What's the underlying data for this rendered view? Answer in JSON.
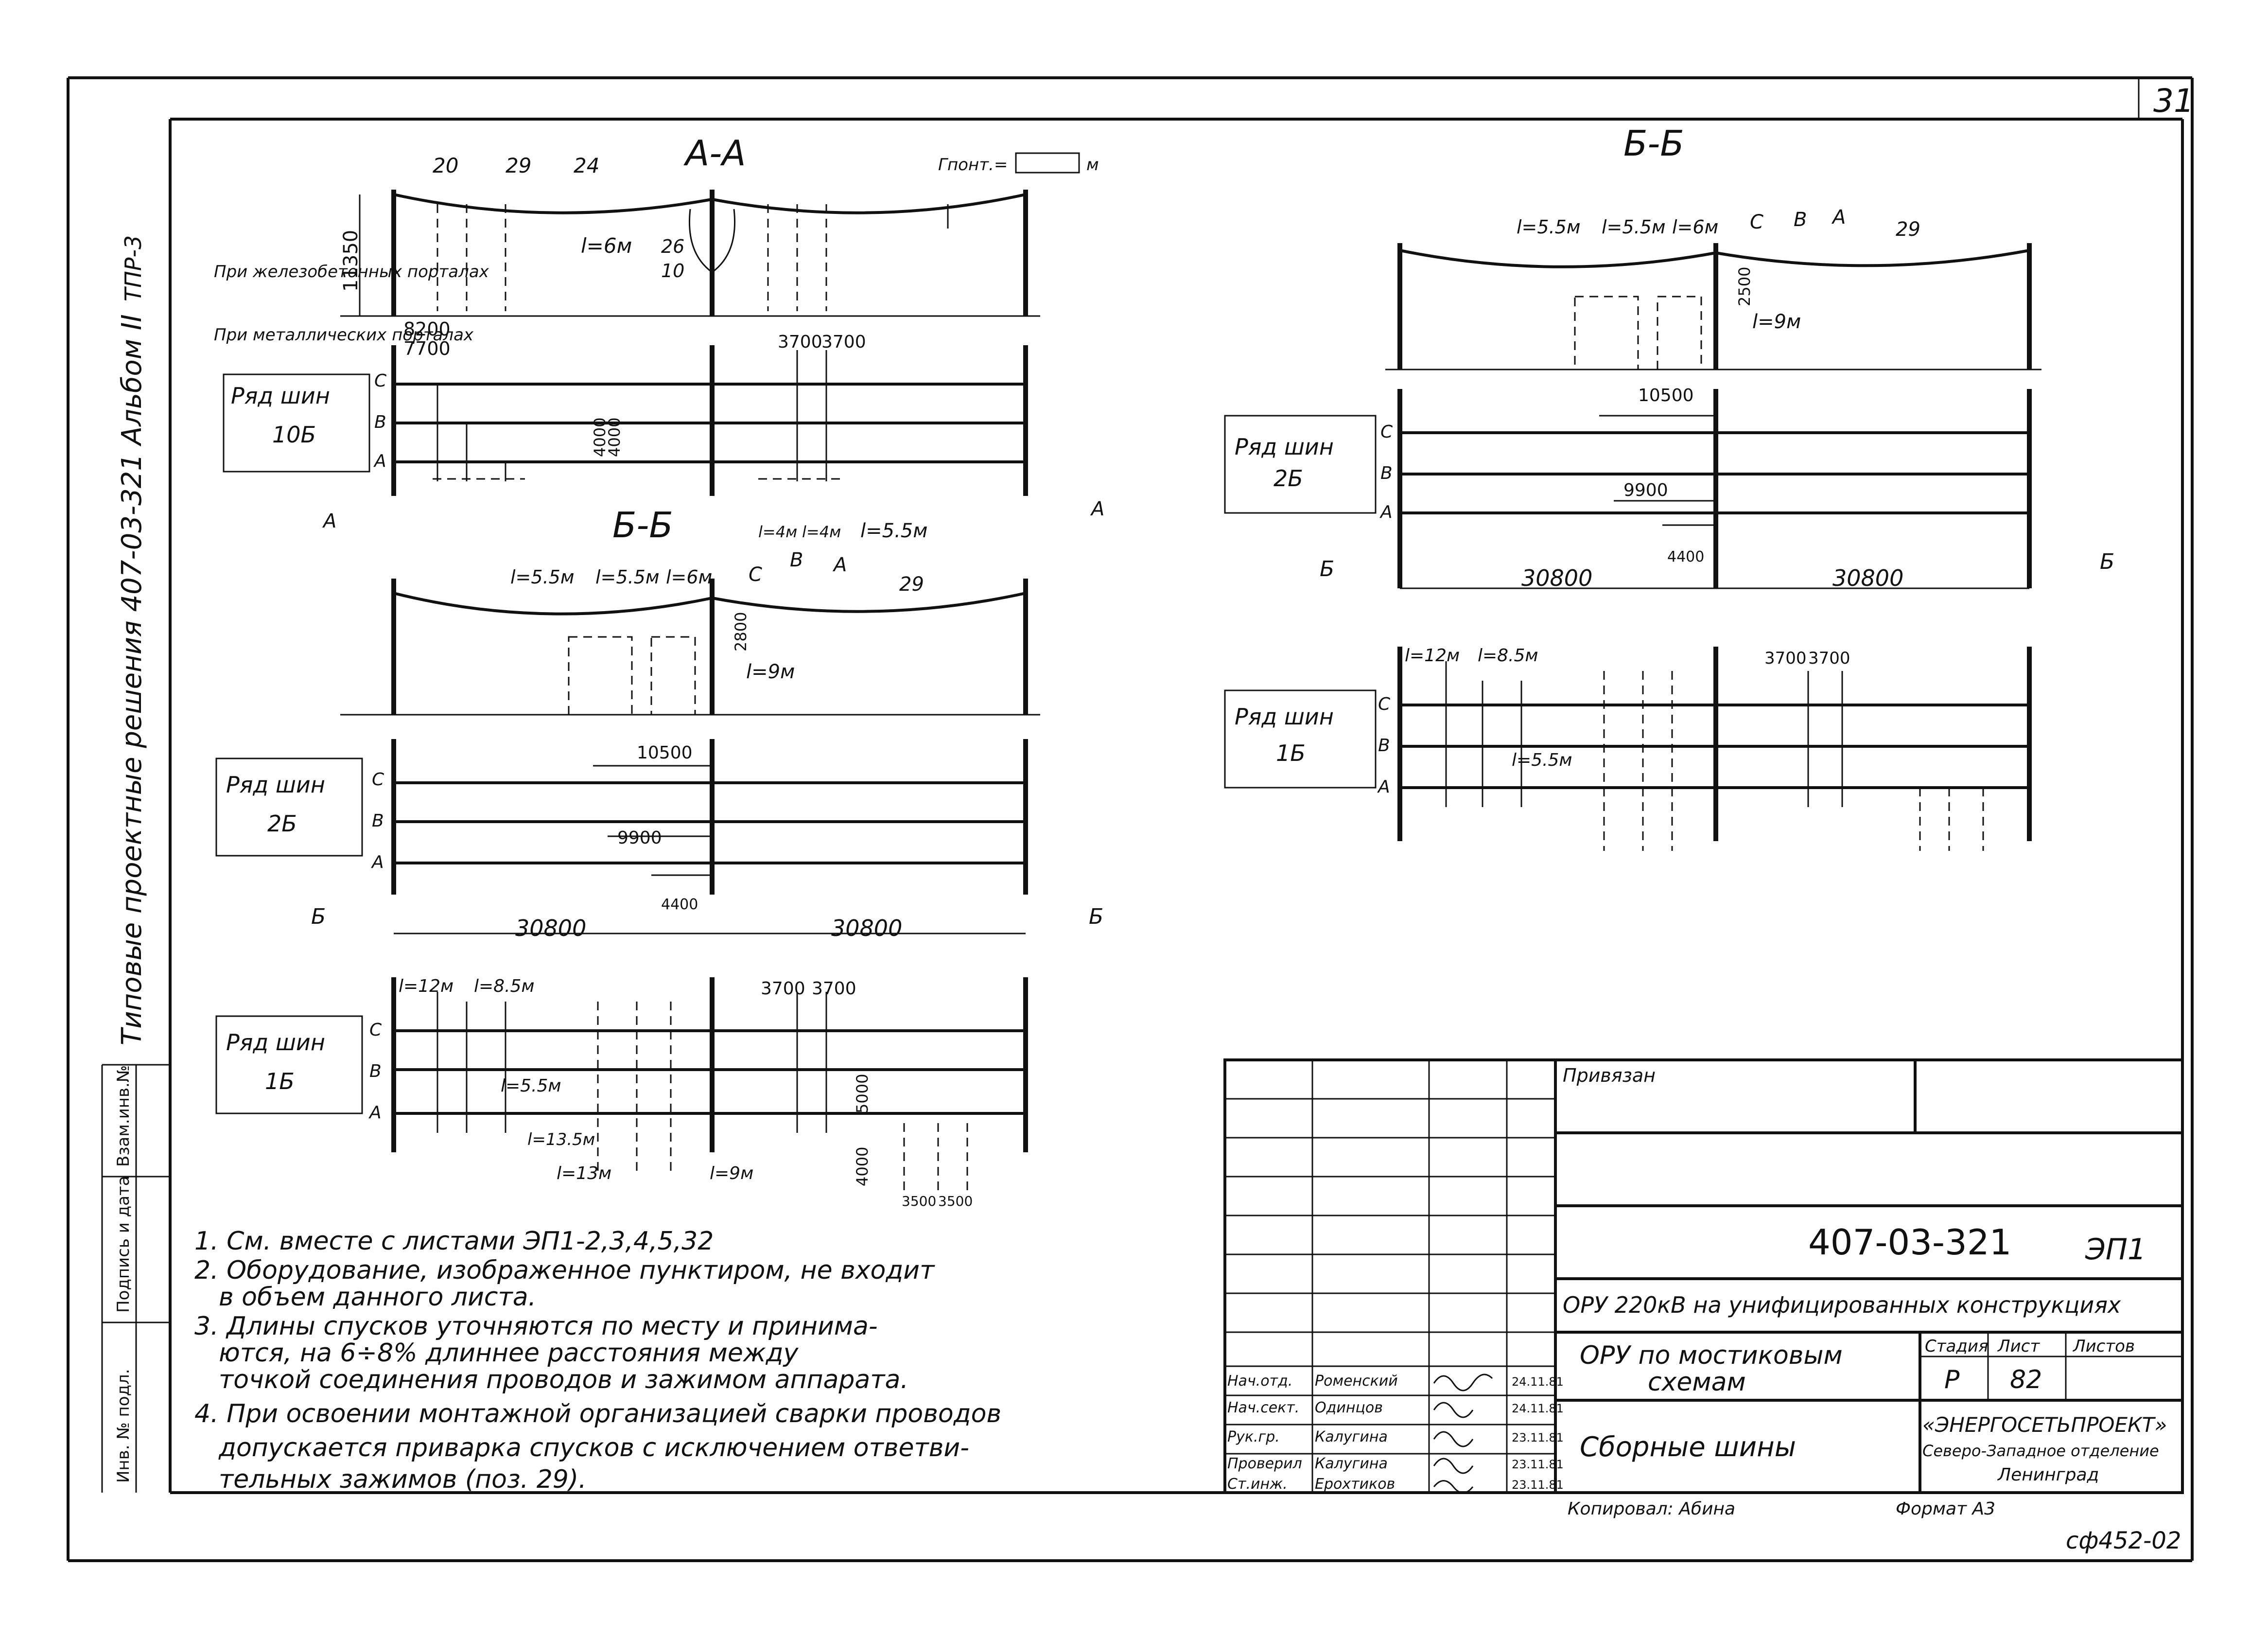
{
  "sheet_number_corner": "31",
  "side_title": "Типовые проектные решения 407-03-321 Альбом II",
  "side_code": "ТПР-3",
  "side_stamp": [
    "Инв. № подл.",
    "Подпись и дата",
    "Взам.инв.№"
  ],
  "format_note": "Формат А3",
  "copied_by": "Копировал: Абина",
  "bottom_code": "сф452-02",
  "aa": {
    "title": "А-А",
    "height_dim": "11350",
    "top_labels": [
      "20",
      "29",
      "24"
    ],
    "span_label": "l=6м",
    "pos_labels": [
      "26",
      "10"
    ],
    "ground_mark": "Гпонт.=",
    "ground_unit": "м",
    "note_rc": "При железобетонных порталах",
    "note_metal": "При металлических порталах",
    "dim_rc": "8200",
    "dim_metal": "7700"
  },
  "row10b": {
    "title_1": "Ряд шин",
    "title_2": "10Б",
    "phases": [
      "С",
      "В",
      "А"
    ],
    "top_dims": [
      "3700",
      "3700"
    ],
    "side_dims": [
      "4000",
      "4000"
    ],
    "lengths": [
      "l=4м",
      "l=4м",
      "l=5.5м"
    ],
    "section_mark": "А"
  },
  "bb_left": {
    "title": "Б-Б",
    "labels": [
      "l=5.5м",
      "l=5.5м",
      "l=6м",
      "С",
      "В",
      "А",
      "29"
    ],
    "dim": "2800",
    "lower": "l=9м"
  },
  "row2b_left": {
    "title_1": "Ряд шин",
    "title_2": "2Б",
    "phases": [
      "С",
      "В",
      "А"
    ],
    "dims": [
      "10500",
      "9900",
      "4400",
      "30800",
      "30800"
    ],
    "section_mark": "Б"
  },
  "row1b_left": {
    "title_1": "Ряд шин",
    "title_2": "1Б",
    "phases": [
      "С",
      "В",
      "А"
    ],
    "lengths": [
      "l=12м",
      "l=8.5м",
      "l=5.5м",
      "l=13.5м",
      "l=13м",
      "l=9м"
    ],
    "dims": [
      "3700",
      "3700",
      "5000",
      "4000",
      "3500",
      "3500"
    ]
  },
  "bb_right": {
    "title": "Б-Б",
    "labels": [
      "l=5.5м",
      "l=5.5м",
      "l=6м",
      "С",
      "В",
      "А",
      "29"
    ],
    "dim": "2500",
    "lower": "l=9м"
  },
  "row2b_right": {
    "title_1": "Ряд шин",
    "title_2": "2Б",
    "phases": [
      "С",
      "В",
      "А"
    ],
    "dims": [
      "10500",
      "9900",
      "4400",
      "30800",
      "30800"
    ],
    "section_mark": "Б"
  },
  "row1b_right": {
    "title_1": "Ряд шин",
    "title_2": "1Б",
    "phases": [
      "С",
      "В",
      "А"
    ],
    "lengths": [
      "l=12м",
      "l=8.5м",
      "l=5.5м"
    ],
    "dims": [
      "3700",
      "3700"
    ]
  },
  "notes": [
    "1. См. вместе с листами ЭП1-2,3,4,5,32",
    "2. Оборудование, изображенное пунктиром, не входит",
    "в объем данного листа.",
    "3. Длины спусков уточняются по месту и принима-",
    "ются, на 6÷8% длиннее расстояния между",
    "точкой соединения проводов и зажимом аппарата.",
    "4. При освоении монтажной организацией сварки проводов",
    "допускается приварка спусков с исключением ответви-",
    "тельных зажимов (поз. 29)."
  ],
  "title_block": {
    "privyazan": "Привязан",
    "doc_number": "407-03-321",
    "sheet_code": "ЭП1",
    "project": "ОРУ 220кВ на унифицированных конструкциях",
    "subject_1": "ОРУ по мостиковым",
    "subject_2": "схемам",
    "drawing": "Сборные шины",
    "stage_hdr": "Стадия",
    "sheet_hdr": "Лист",
    "sheets_hdr": "Листов",
    "stage": "Р",
    "sheet": "82",
    "org_1": "«ЭНЕРГОСЕТЬПРОЕКТ»",
    "org_2": "Северо-Западное отделение",
    "org_3": "Ленинград",
    "roles": [
      {
        "role": "Нач.отд.",
        "name": "Роменский",
        "date": "24.11.81"
      },
      {
        "role": "Нач.сект.",
        "name": "Одинцов",
        "date": "24.11.81"
      },
      {
        "role": "Рук.гр.",
        "name": "Калугина",
        "date": "23.11.81"
      },
      {
        "role": "Проверил",
        "name": "Калугина",
        "date": "23.11.81"
      },
      {
        "role": "Ст.инж.",
        "name": "Ерохтиков",
        "date": "23.11.81"
      }
    ]
  }
}
